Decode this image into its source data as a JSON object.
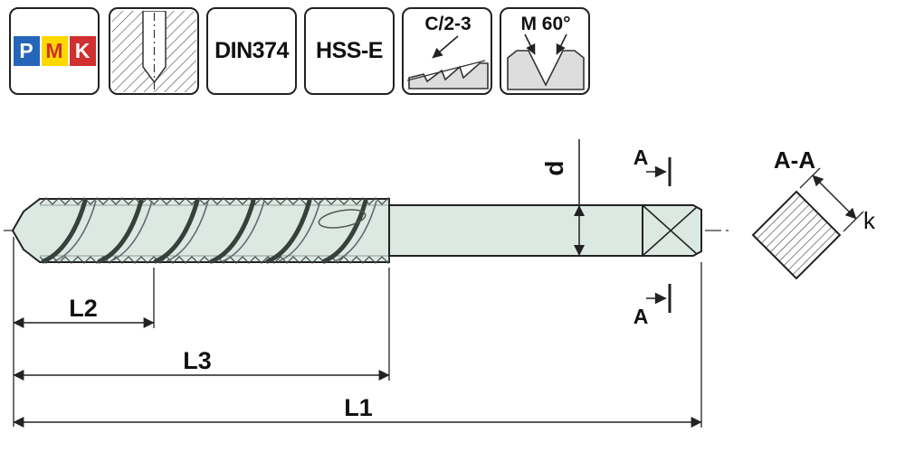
{
  "header": {
    "pmk": {
      "p": "P",
      "m": "M",
      "k": "K"
    },
    "pmk_colors": {
      "p_bg": "#2566b8",
      "p_fg": "#ffffff",
      "m_bg": "#ffd800",
      "m_fg": "#d03030",
      "k_bg": "#d03030",
      "k_fg": "#ffffff"
    },
    "din_label": "DIN374",
    "material_label": "HSS-E",
    "chamfer_label": "C/2-3",
    "thread_label": "M 60°",
    "icons": [
      "pmk-logo",
      "blind-hole-icon",
      "chamfer-lead-icon",
      "thread-angle-icon"
    ]
  },
  "drawing": {
    "dim_d": "d",
    "section_mark_top": "A",
    "section_mark_bottom": "A",
    "section_view_title": "A-A",
    "dim_k": "k",
    "dim_l2": "L2",
    "dim_l3": "L3",
    "dim_l1": "L1",
    "colors": {
      "tool_body": "#dce9e2",
      "outline": "#222222",
      "icon_fill": "#dddddd"
    }
  }
}
